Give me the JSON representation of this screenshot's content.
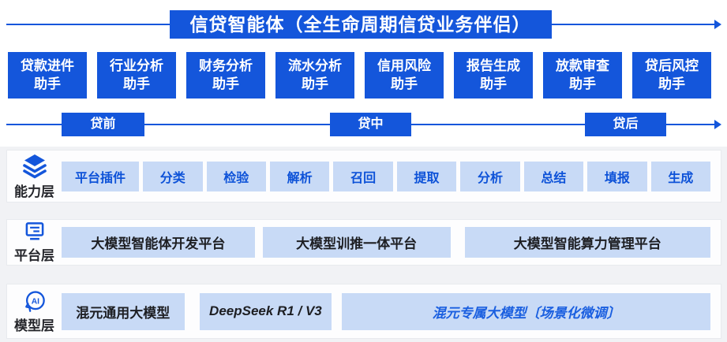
{
  "colors": {
    "primary_blue": "#1456db",
    "light_blue_box": "#c8daf6",
    "chip_text_blue": "#0d52d8",
    "dark_text": "#1d1e22",
    "section_bg": "#fdfdfe",
    "lower_backdrop": "#f1f2f5"
  },
  "header": {
    "title": "信贷智能体（全生命周期信贷业务伴侣）"
  },
  "assistants": {
    "items": [
      {
        "line1": "贷款进件",
        "line2": "助手"
      },
      {
        "line1": "行业分析",
        "line2": "助手"
      },
      {
        "line1": "财务分析",
        "line2": "助手"
      },
      {
        "line1": "流水分析",
        "line2": "助手"
      },
      {
        "line1": "信用风险",
        "line2": "助手"
      },
      {
        "line1": "报告生成",
        "line2": "助手"
      },
      {
        "line1": "放款审查",
        "line2": "助手"
      },
      {
        "line1": "贷后风控",
        "line2": "助手"
      }
    ]
  },
  "phases": {
    "items": [
      {
        "label": "贷前"
      },
      {
        "label": "贷中"
      },
      {
        "label": "贷后"
      }
    ]
  },
  "capability_layer": {
    "label": "能力层",
    "icon": "layers-icon",
    "chips": [
      "平台插件",
      "分类",
      "检验",
      "解析",
      "召回",
      "提取",
      "分析",
      "总结",
      "填报",
      "生成"
    ]
  },
  "platform_layer": {
    "label": "平台层",
    "icon": "monitor-icon",
    "boxes": [
      "大模型智能体开发平台",
      "大模型训推一体平台",
      "大模型智能算力管理平台"
    ]
  },
  "model_layer": {
    "label": "模型层",
    "icon": "ai-head-icon",
    "boxes": [
      "混元通用大模型",
      "DeepSeek R1 / V3",
      "混元专属大模型〔场景化微调〕"
    ]
  }
}
